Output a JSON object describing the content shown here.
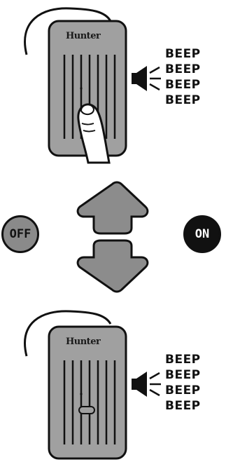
{
  "top_panel": {
    "brand": "Hunter",
    "beeps": [
      "BEEP",
      "BEEP",
      "BEEP",
      "BEEP"
    ]
  },
  "middle_panel": {
    "off_label": "OFF",
    "on_label": "ON"
  },
  "bottom_panel": {
    "brand": "Hunter",
    "beeps": [
      "BEEP",
      "BEEP",
      "BEEP",
      "BEEP"
    ]
  },
  "colors": {
    "device_body": "#a0a0a0",
    "outline": "#111111",
    "arrow_fill": "#8c8c8c",
    "off_button": "#8a8a8a",
    "on_button": "#111111"
  },
  "icons": [
    "speaker-icon",
    "finger-icon",
    "up-arrow-icon",
    "down-arrow-icon"
  ]
}
